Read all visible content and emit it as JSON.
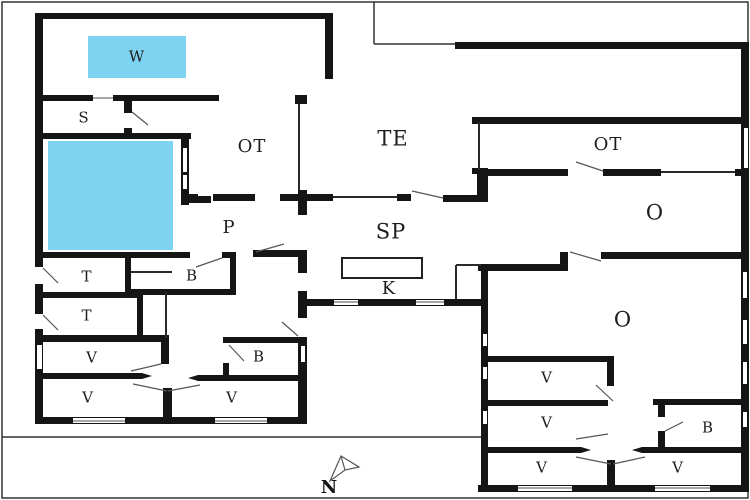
{
  "colors": {
    "water": "#7ed3f0",
    "wall": "#151515"
  },
  "compass": {
    "label": "N"
  },
  "rooms": {
    "w": "W",
    "s": "S",
    "ot_left": "OT",
    "te": "TE",
    "ot_right": "OT",
    "o_upper": "O",
    "p": "P",
    "sp": "SP",
    "k": "K",
    "b_hall": "B",
    "t_upper": "T",
    "t_lower": "T",
    "v_left1": "V",
    "b_mid": "B",
    "v_left2": "V",
    "v_left3": "V",
    "o_wing": "O",
    "v_wing1": "V",
    "v_wing2": "V",
    "b_wing": "B",
    "v_wing3": "V",
    "v_wing4": "V"
  }
}
